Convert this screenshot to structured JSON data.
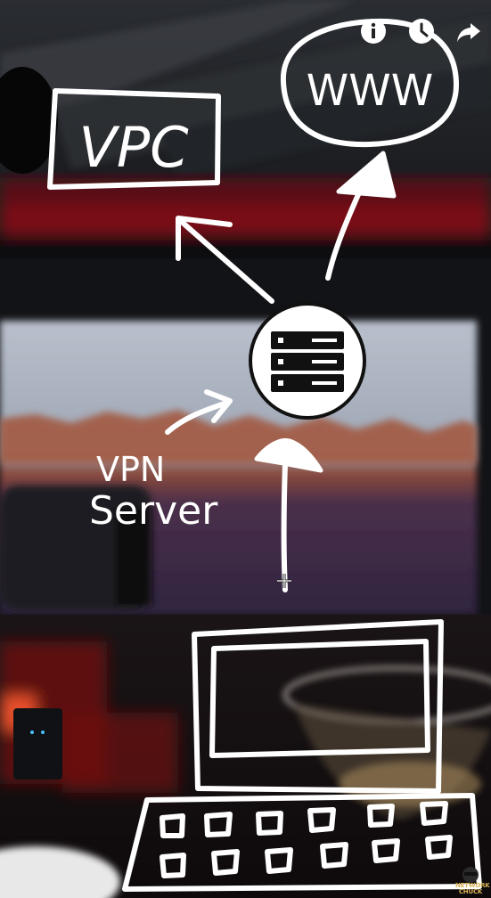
{
  "diagram": {
    "vpc_label": "VPC",
    "www_label": "WWW",
    "server_label_line1": "VPN",
    "server_label_line2": "Server"
  },
  "controls": {
    "info_icon": "info-icon",
    "watch_later_icon": "clock-icon",
    "share_icon": "share-arrow-icon"
  },
  "watermark": {
    "line1": "NETWORK",
    "line2": "CHUCK"
  },
  "colors": {
    "ink": "#ffffff",
    "background": "#0b0b0d",
    "accent_red": "#7a1016",
    "screen_purple": "#3a2a46"
  }
}
